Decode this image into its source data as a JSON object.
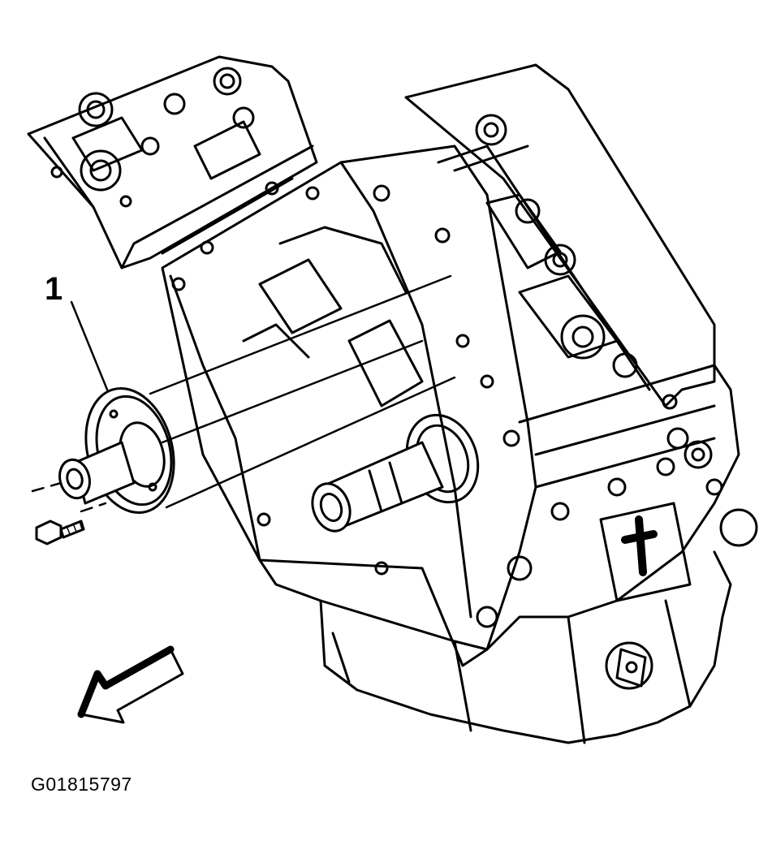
{
  "diagram": {
    "callouts": [
      {
        "label": "1"
      }
    ],
    "figure_id": "G01815797",
    "colors": {
      "line": "#000000",
      "background": "#ffffff"
    },
    "parts": [
      "engine-block",
      "cylinder-head-left",
      "cylinder-head-right",
      "front-cover",
      "crankshaft-nose",
      "oil-pan",
      "seal-installer-tool",
      "bolt",
      "direction-arrow"
    ]
  }
}
